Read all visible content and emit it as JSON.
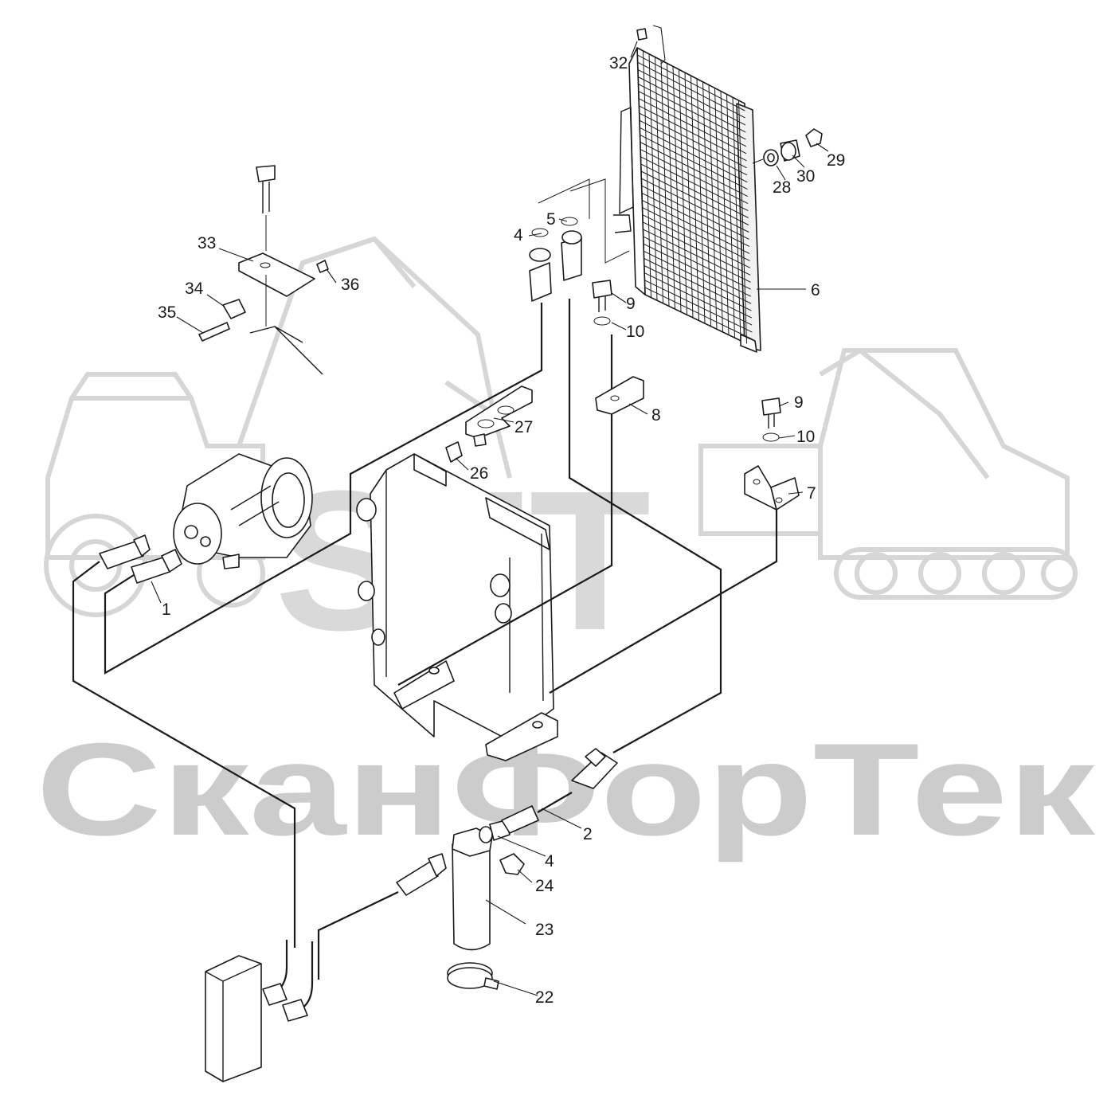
{
  "watermark": {
    "logo_text": "SFT",
    "brand_text": "СканФорТек",
    "logo_color": "#d9d9d9",
    "brand_color": "#cccccc",
    "icons": [
      "tractor-watermark-icon",
      "excavator-watermark-icon",
      "loader-watermark-icon"
    ]
  },
  "callouts": {
    "c1": "1",
    "c2": "2",
    "c4a": "4",
    "c4b": "4",
    "c5": "5",
    "c6": "6",
    "c7": "7",
    "c8": "8",
    "c9a": "9",
    "c9b": "9",
    "c10a": "10",
    "c10b": "10",
    "c22": "22",
    "c23": "23",
    "c24": "24",
    "c26": "26",
    "c27": "27",
    "c28": "28",
    "c29": "29",
    "c30": "30",
    "c32": "32",
    "c33": "33",
    "c34": "34",
    "c35": "35",
    "c36": "36"
  },
  "colors": {
    "ink": "#1a1a1a",
    "paper": "#ffffff"
  }
}
